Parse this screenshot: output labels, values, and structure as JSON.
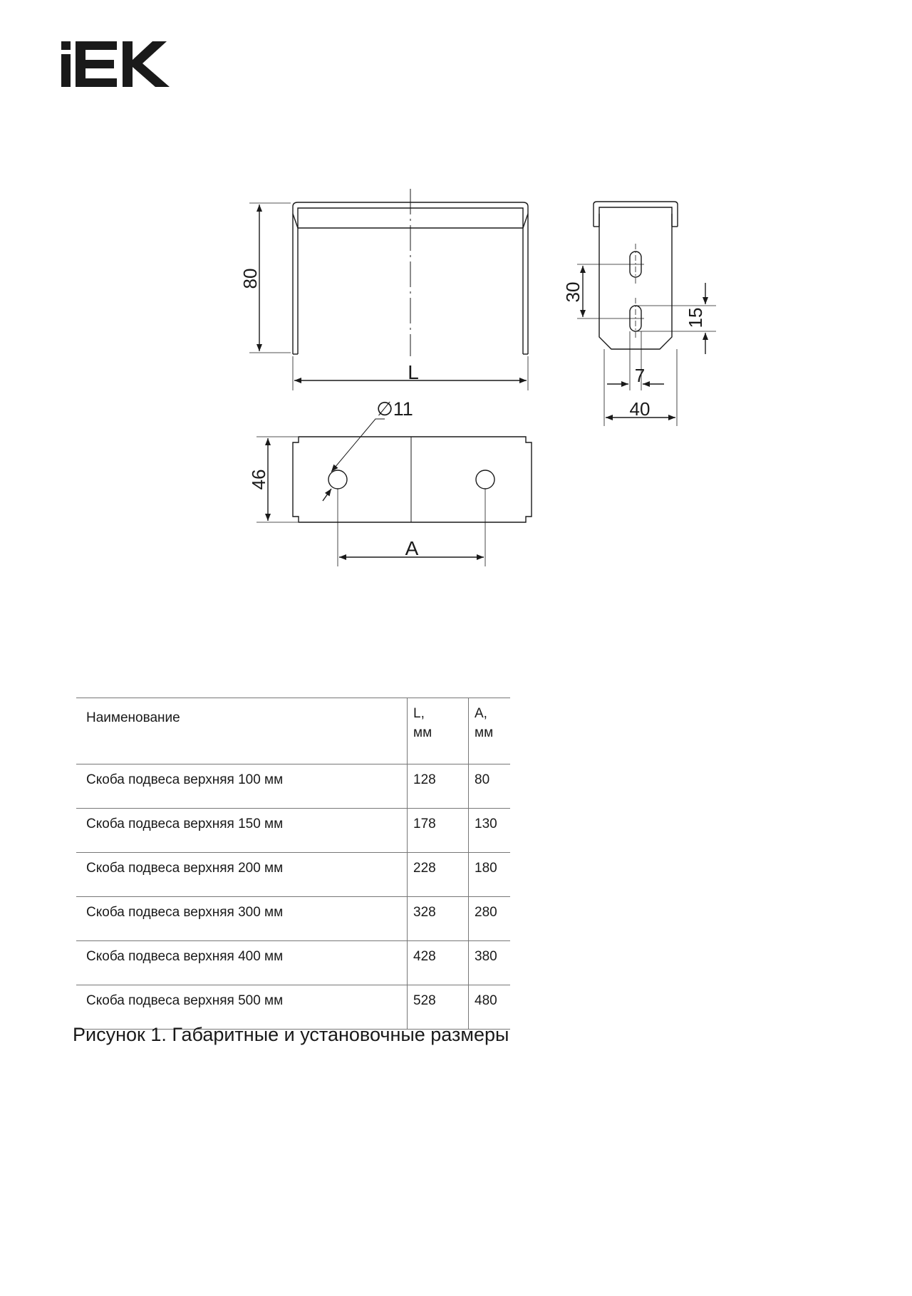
{
  "logo": {
    "text": "IEK"
  },
  "drawing": {
    "dims": {
      "height": "80",
      "length": "L",
      "diameter": "∅11",
      "width": "46",
      "spacing": "A",
      "slot_pitch": "30",
      "slot_length": "15",
      "slot_width": "7",
      "flange_width": "40"
    }
  },
  "table": {
    "headers": {
      "name": "Наименование",
      "L_label": "L,",
      "L_unit": "мм",
      "A_label": "A,",
      "A_unit": "мм"
    },
    "rows": [
      {
        "name": "Скоба подвеса верхняя 100 мм",
        "L": "128",
        "A": "80"
      },
      {
        "name": "Скоба подвеса верхняя 150 мм",
        "L": "178",
        "A": "130"
      },
      {
        "name": "Скоба подвеса верхняя 200 мм",
        "L": "228",
        "A": "180"
      },
      {
        "name": "Скоба подвеса верхняя 300 мм",
        "L": "328",
        "A": "280"
      },
      {
        "name": "Скоба подвеса верхняя 400 мм",
        "L": "428",
        "A": "380"
      },
      {
        "name": "Скоба подвеса верхняя 500 мм",
        "L": "528",
        "A": "480"
      }
    ]
  },
  "caption": "Рисунок 1. Габаритные и установочные размеры"
}
